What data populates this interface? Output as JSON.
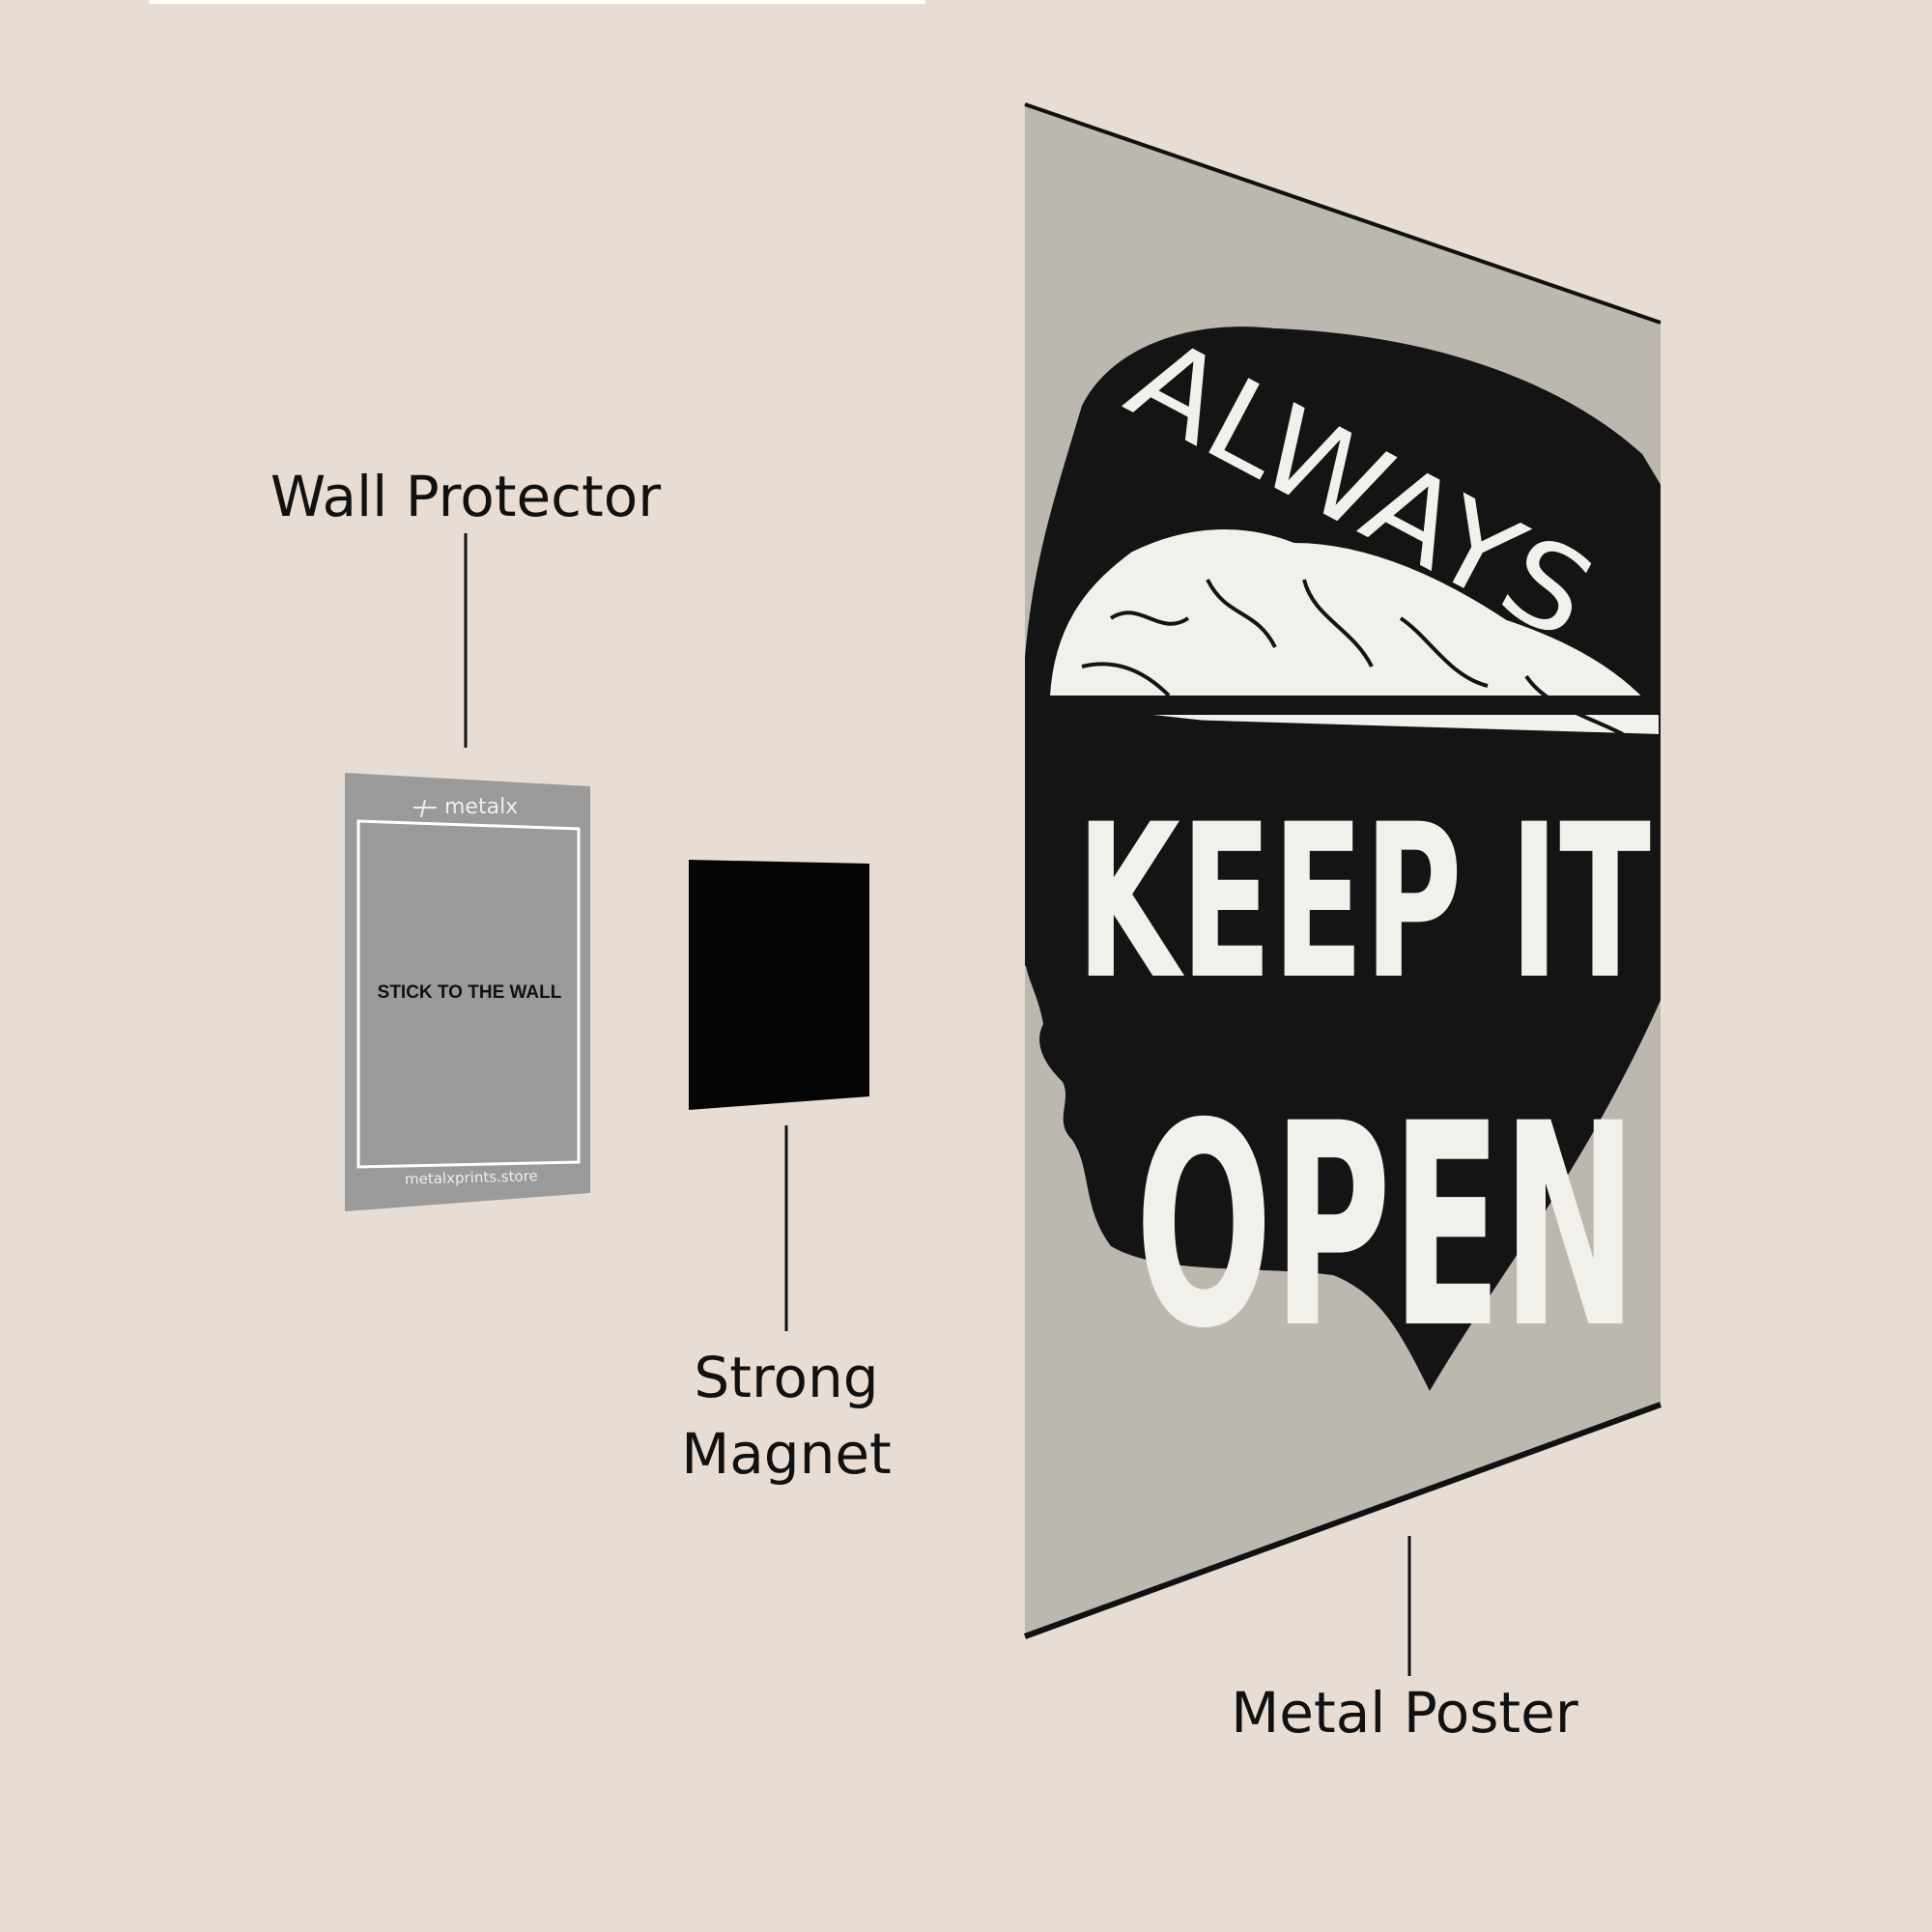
{
  "labels": {
    "wall_protector": "Wall Protector",
    "strong_magnet_line1": "Strong",
    "strong_magnet_line2": "Magnet",
    "metal_poster": "Metal Poster"
  },
  "wall_protector_card": {
    "brand": "metalx",
    "instruction": "STICK TO THE WALL",
    "website": "metalxprints.store"
  },
  "poster": {
    "line1": "ALWAYS",
    "line2": "KEEP IT",
    "line3": "OPEN"
  },
  "colors": {
    "background": "#e8ddd5",
    "protector": "#9a9a9a",
    "magnet": "#050505",
    "poster_bg": "#bcb8b0"
  }
}
